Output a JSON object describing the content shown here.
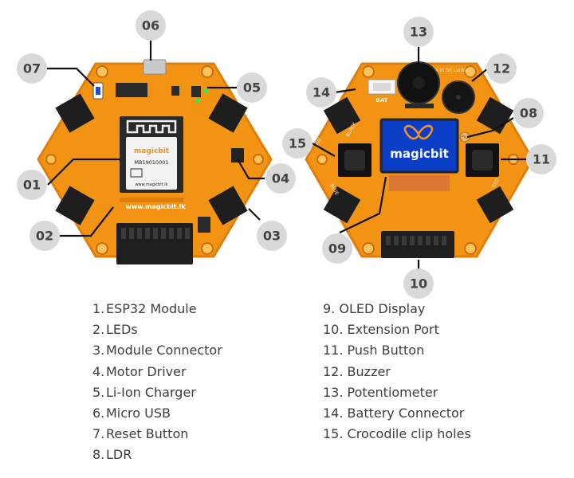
{
  "front_board": {
    "module_brand": "magicbit",
    "module_id": "MB19010001",
    "module_url": "www.magicbit.lk",
    "silk_url": "www.magicbit.lk"
  },
  "back_board": {
    "oled_brand": "magicbit",
    "battery_label": "BAT",
    "silk_made_in": "Made in Sri Lanka",
    "silk_black": "BLACK",
    "silk_blue": "BLUE",
    "silk_red": "RED",
    "silk_vin": "VIN"
  },
  "callouts": {
    "c01": "01",
    "c02": "02",
    "c03": "03",
    "c04": "04",
    "c05": "05",
    "c06": "06",
    "c07": "07",
    "c08": "08",
    "c09": "09",
    "c10": "10",
    "c11": "11",
    "c12": "12",
    "c13": "13",
    "c14": "14",
    "c15": "15"
  },
  "legend_left": [
    {
      "num": "1.",
      "label": "ESP32 Module"
    },
    {
      "num": "2.",
      "label": "LEDs"
    },
    {
      "num": "3.",
      "label": "Module Connector"
    },
    {
      "num": "4.",
      "label": "Motor Driver"
    },
    {
      "num": "5.",
      "label": "Li-Ion Charger"
    },
    {
      "num": "6.",
      "label": "Micro USB"
    },
    {
      "num": "7.",
      "label": "Reset Button"
    },
    {
      "num": "8.",
      "label": "LDR"
    }
  ],
  "legend_right": [
    {
      "num": "9.",
      "label": "OLED Display"
    },
    {
      "num": "10.",
      "label": "Extension Port"
    },
    {
      "num": "11.",
      "label": "Push Button"
    },
    {
      "num": "12.",
      "label": "Buzzer"
    },
    {
      "num": "13.",
      "label": "Potentiometer"
    },
    {
      "num": "14.",
      "label": "Battery Connector"
    },
    {
      "num": "15.",
      "label": "Crocodile clip holes"
    }
  ],
  "colors": {
    "board_orange": "#f39314",
    "board_edge": "#e07e0c",
    "callout_circle": "#d9d9d9",
    "leader_line": "#111111",
    "connector_black": "#1e1e1e",
    "oled_blue": "#0a3ec7",
    "oled_logo_orange": "#f7941d"
  }
}
